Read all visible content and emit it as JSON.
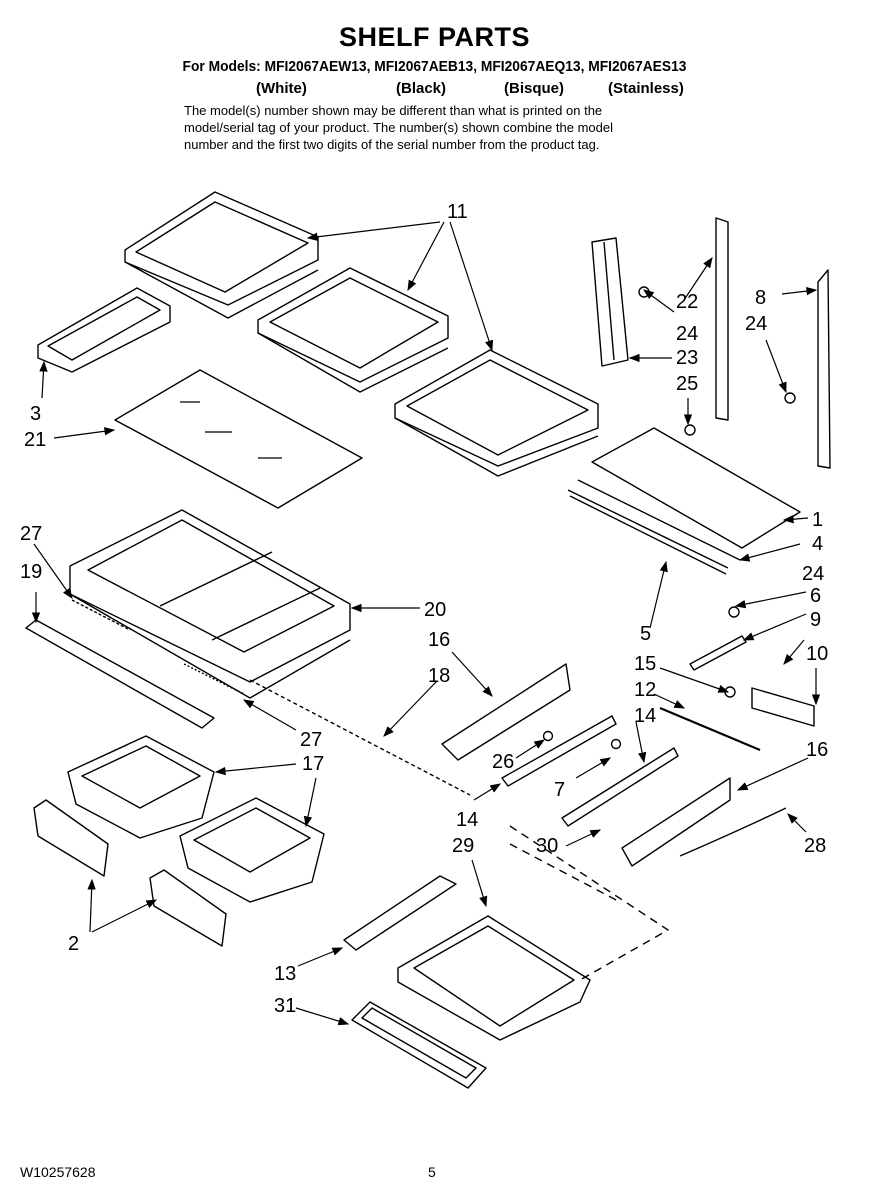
{
  "header": {
    "title": "SHELF PARTS",
    "models_line": "For Models: MFI2067AEW13, MFI2067AEB13, MFI2067AEQ13, MFI2067AES13",
    "colors": [
      "(White)",
      "(Black)",
      "(Bisque)",
      "(Stainless)"
    ],
    "note": [
      "The model(s) number shown may be different than what is printed on the",
      "model/serial tag of your product. The number(s) shown combine the model",
      "number and the first two digits of the serial number from the product tag."
    ]
  },
  "callouts": {
    "c11": "11",
    "c22": "22",
    "c8": "8",
    "c24a": "24",
    "c24b": "24",
    "c23": "23",
    "c25": "25",
    "c3": "3",
    "c21": "21",
    "c1": "1",
    "c4": "4",
    "c27a": "27",
    "c19": "19",
    "c20": "20",
    "c24c": "24",
    "c6": "6",
    "c16a": "16",
    "c9": "9",
    "c5": "5",
    "c10": "10",
    "c15": "15",
    "c18": "18",
    "c12": "12",
    "c14a": "14",
    "c27b": "27",
    "c16b": "16",
    "c17": "17",
    "c26": "26",
    "c7": "7",
    "c14b": "14",
    "c29": "29",
    "c30": "30",
    "c28": "28",
    "c2": "2",
    "c13": "13",
    "c31": "31"
  },
  "footer": {
    "doc_number": "W10257628",
    "page_number": "5"
  }
}
